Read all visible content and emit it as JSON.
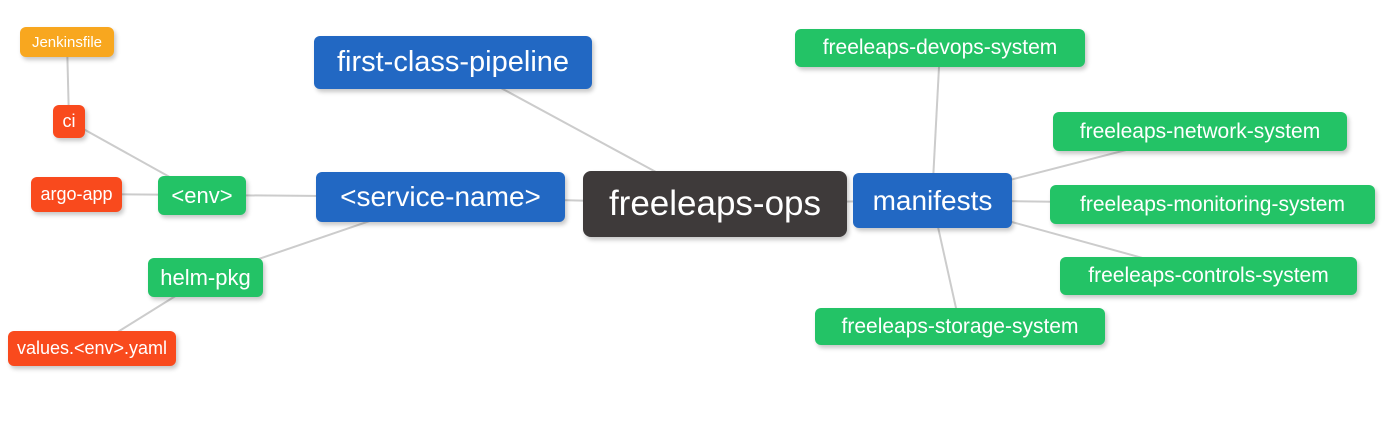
{
  "diagram": {
    "type": "mindmap",
    "root": "freeleaps-ops",
    "palette": {
      "root_bg": "#3E3A3A",
      "branch_blue_bg": "#2268C3",
      "leaf_green_bg": "#23C366",
      "leaf_red_bg": "#F94A1D",
      "leaf_orange_bg": "#F8A71F",
      "node_text": "#FFFFFF",
      "edge_line": "#CCCCCC",
      "background": "#FFFFFF"
    },
    "nodes": {
      "freeleaps_ops": {
        "label": "freeleaps-ops",
        "role": "root"
      },
      "first_class_pipeline": {
        "label": "first-class-pipeline",
        "role": "branch-blue"
      },
      "service_name": {
        "label": "<service-name>",
        "role": "branch-blue"
      },
      "manifests": {
        "label": "manifests",
        "role": "branch-blue"
      },
      "env": {
        "label": "<env>",
        "role": "leaf-green"
      },
      "helm_pkg": {
        "label": "helm-pkg",
        "role": "leaf-green"
      },
      "ci": {
        "label": "ci",
        "role": "leaf-red"
      },
      "argo_app": {
        "label": "argo-app",
        "role": "leaf-red"
      },
      "values_env_yaml": {
        "label": "values.<env>.yaml",
        "role": "leaf-red"
      },
      "jenkinsfile": {
        "label": "Jenkinsfile",
        "role": "leaf-orange"
      },
      "devops_system": {
        "label": "freeleaps-devops-system",
        "role": "leaf-green"
      },
      "network_system": {
        "label": "freeleaps-network-system",
        "role": "leaf-green"
      },
      "monitoring_system": {
        "label": "freeleaps-monitoring-system",
        "role": "leaf-green"
      },
      "controls_system": {
        "label": "freeleaps-controls-system",
        "role": "leaf-green"
      },
      "storage_system": {
        "label": "freeleaps-storage-system",
        "role": "leaf-green"
      }
    },
    "edges": [
      [
        "freeleaps_ops",
        "first_class_pipeline"
      ],
      [
        "freeleaps_ops",
        "service_name"
      ],
      [
        "freeleaps_ops",
        "manifests"
      ],
      [
        "service_name",
        "env"
      ],
      [
        "service_name",
        "helm_pkg"
      ],
      [
        "env",
        "ci"
      ],
      [
        "env",
        "argo_app"
      ],
      [
        "ci",
        "jenkinsfile"
      ],
      [
        "helm_pkg",
        "values_env_yaml"
      ],
      [
        "manifests",
        "devops_system"
      ],
      [
        "manifests",
        "network_system"
      ],
      [
        "manifests",
        "monitoring_system"
      ],
      [
        "manifests",
        "controls_system"
      ],
      [
        "manifests",
        "storage_system"
      ]
    ]
  }
}
